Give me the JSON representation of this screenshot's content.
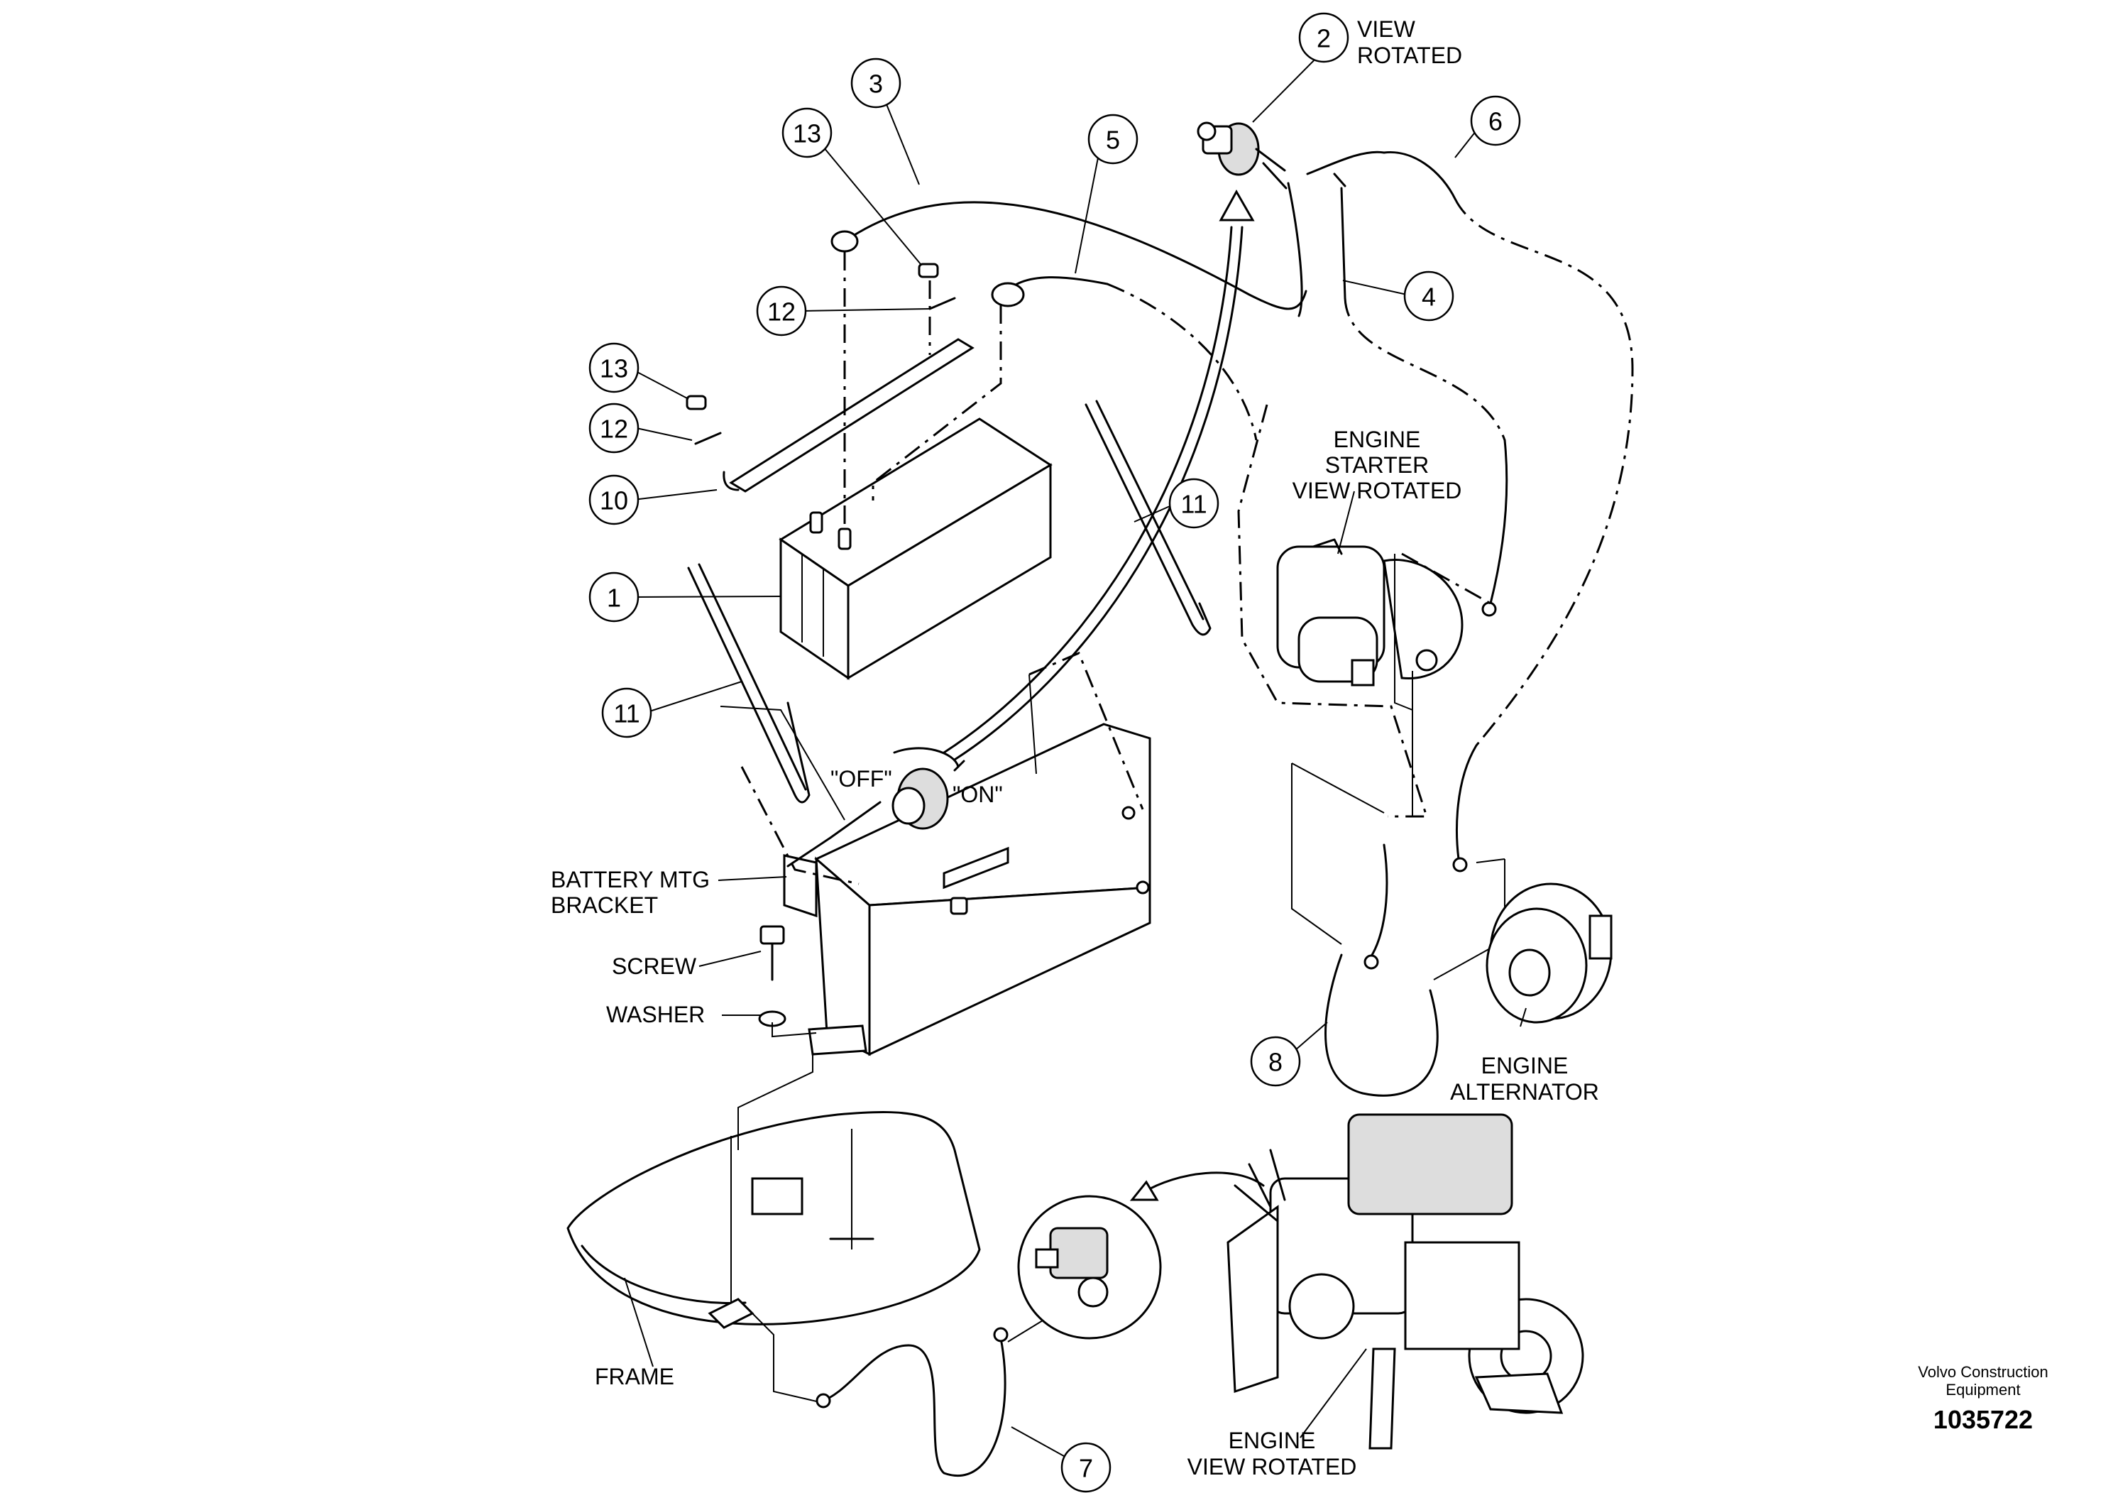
{
  "callouts": [
    {
      "id": "c1",
      "num": "1"
    },
    {
      "id": "c2",
      "num": "2"
    },
    {
      "id": "c3",
      "num": "3"
    },
    {
      "id": "c4",
      "num": "4"
    },
    {
      "id": "c5",
      "num": "5"
    },
    {
      "id": "c6",
      "num": "6"
    },
    {
      "id": "c7",
      "num": "7"
    },
    {
      "id": "c8",
      "num": "8"
    },
    {
      "id": "c10",
      "num": "10"
    },
    {
      "id": "c11a",
      "num": "11"
    },
    {
      "id": "c11b",
      "num": "11"
    },
    {
      "id": "c12a",
      "num": "12"
    },
    {
      "id": "c12b",
      "num": "12"
    },
    {
      "id": "c13a",
      "num": "13"
    },
    {
      "id": "c13b",
      "num": "13"
    }
  ],
  "labels": {
    "view_rotated_1": "VIEW",
    "view_rotated_2": "ROTATED",
    "starter_1": "ENGINE",
    "starter_2": "STARTER",
    "starter_3": "VIEW ROTATED",
    "off": "\"OFF\"",
    "on": "\"ON\"",
    "battery_mtg_1": "BATTERY MTG",
    "battery_mtg_2": "BRACKET",
    "screw": "SCREW",
    "washer": "WASHER",
    "alternator_1": "ENGINE",
    "alternator_2": "ALTERNATOR",
    "frame": "FRAME",
    "engine_1": "ENGINE",
    "engine_2": "VIEW ROTATED"
  },
  "footer": {
    "company_1": "Volvo Construction",
    "company_2": "Equipment",
    "drawing_number": "1035722"
  }
}
